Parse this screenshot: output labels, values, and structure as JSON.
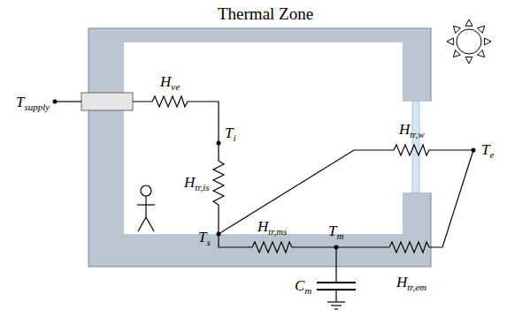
{
  "diagram": {
    "title": "Thermal Zone",
    "labels": [
      "Tsupply",
      "Hve",
      "Ti",
      "Htr,is",
      "Ts",
      "Htr,w",
      "Te",
      "Htr,ms",
      "Tm",
      "Cm",
      "Htr,em"
    ]
  }
}
